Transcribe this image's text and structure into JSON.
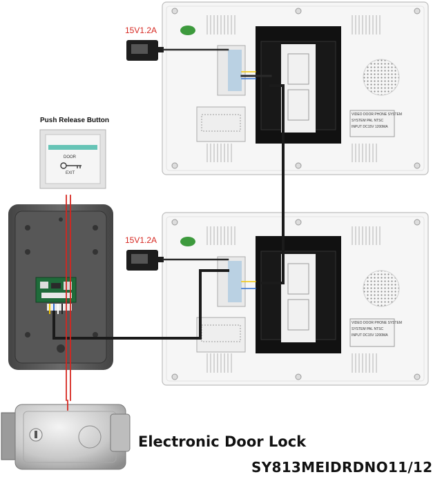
{
  "labels": {
    "psu_top": "15V1.2A",
    "psu_bottom": "15V1.2A",
    "push_release_button": "Push Release Button",
    "electronic_door_lock": "Electronic Door Lock",
    "model_number": "SY813MEIDRDNO11/12"
  },
  "button_plate": {
    "door": "DOOR",
    "exit": "EXIT"
  },
  "monitor_sticker": {
    "title": "VIDEO DOOR PHONE SYSTEM",
    "system": "SYSTEM",
    "pal": "PAL",
    "ntsc": "NTSC",
    "input": "INPUT",
    "voltage": "DC15V",
    "current": "1200MA"
  },
  "colors": {
    "background": "#ffffff",
    "monitor_body": "#f6f6f6",
    "mount_plate": "#111111",
    "cable": "#2a2a2a",
    "red_wire": "#d6261f",
    "psu_label": "#d6261f",
    "outdoor_unit": "#5a5a5a",
    "lock_body": "#c9c9c9"
  },
  "icons": [
    "power-adapter-icon",
    "exit-button-icon",
    "key-icon",
    "speaker-grille-icon",
    "door-lock-icon",
    "circuit-board-icon"
  ]
}
